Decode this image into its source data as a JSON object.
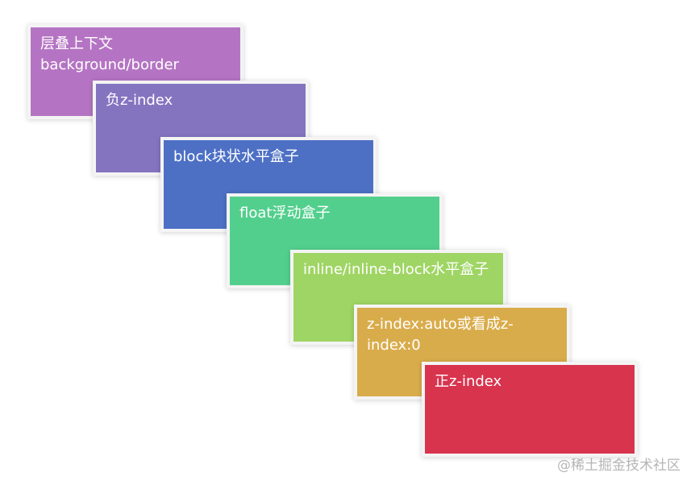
{
  "layers": [
    {
      "label": "层叠上下文\nbackground/border",
      "color": "#b574c3"
    },
    {
      "label": "负z-index",
      "color": "#8474c0"
    },
    {
      "label": "block块状水平盒子",
      "color": "#4d70c5"
    },
    {
      "label": "float浮动盒子",
      "color": "#53cf8d"
    },
    {
      "label": "inline/inline-block水平盒子",
      "color": "#9fd564"
    },
    {
      "label": "z-index:auto或看成z-index:0",
      "color": "#d9ac4b"
    },
    {
      "label": "正z-index",
      "color": "#d8344e"
    }
  ],
  "watermark": "@稀土掘金技术社区"
}
